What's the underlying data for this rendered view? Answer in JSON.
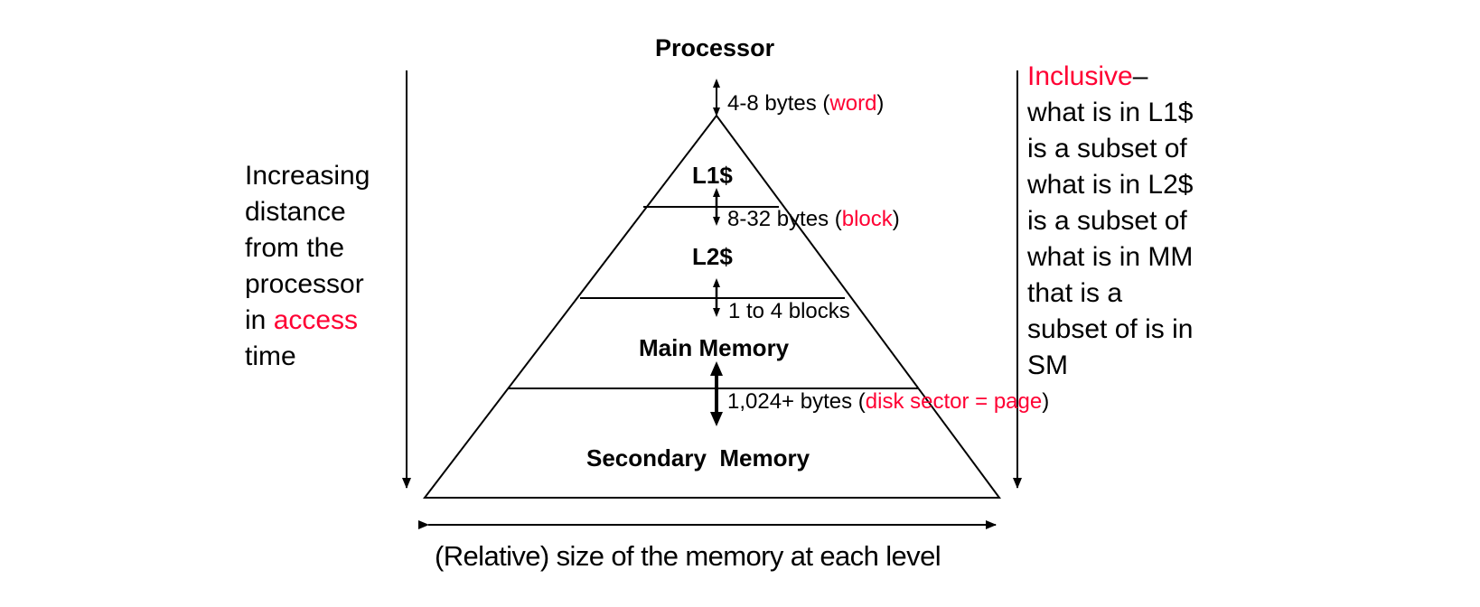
{
  "diagram": {
    "title": "Memory hierarchy",
    "colors": {
      "text": "#000000",
      "highlight": "#ff0033",
      "line": "#000000"
    },
    "top_label": "Processor",
    "levels": [
      {
        "id": "l1",
        "label": "L1$"
      },
      {
        "id": "l2",
        "label": "L2$"
      },
      {
        "id": "main",
        "label": "Main Memory"
      },
      {
        "id": "secondary",
        "label": "Secondary  Memory"
      }
    ],
    "transfers": [
      {
        "between": "Processor-L1$",
        "prefix": "4-8 bytes (",
        "highlight": "word",
        "suffix": ")"
      },
      {
        "between": "L1$-L2$",
        "prefix": "8-32 bytes (",
        "highlight": "block",
        "suffix": ")"
      },
      {
        "between": "L2$-Main Memory",
        "prefix": "1 to 4 blocks",
        "highlight": "",
        "suffix": ""
      },
      {
        "between": "Main Memory-Secondary Memory",
        "prefix": "1,024+ bytes (",
        "highlight": "disk sector = page",
        "suffix": ")"
      }
    ],
    "left_note": {
      "lines": [
        "Increasing",
        "distance",
        "from the",
        "processor"
      ],
      "line5_prefix": "in ",
      "line5_highlight": "access",
      "line6": "time"
    },
    "right_note": {
      "highlight": "Inclusive",
      "dash": "–",
      "lines": [
        "what is in L1$",
        "is a subset of",
        "what is in L2$",
        "is a subset of",
        "what is in MM",
        "that is a",
        "subset of is in",
        "SM"
      ]
    },
    "bottom_caption": "(Relative) size of the memory at each level"
  }
}
